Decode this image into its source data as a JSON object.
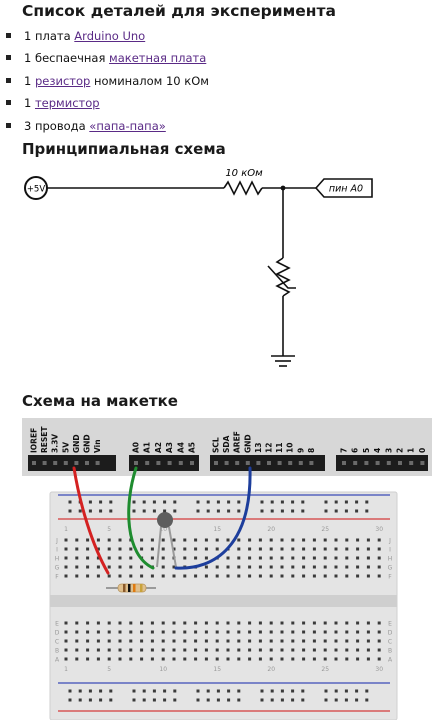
{
  "sections": {
    "parts_title": "Список деталей для эксперимента",
    "schematic_title": "Принципиальная схема",
    "breadboard_title": "Схема на макетке"
  },
  "parts": [
    {
      "prefix": "1 плата ",
      "link": "Arduino Uno",
      "suffix": ""
    },
    {
      "prefix": "1 беспаечная ",
      "link": "макетная плата",
      "suffix": ""
    },
    {
      "prefix": "1 ",
      "link": "резистор",
      "suffix": " номиналом 10 кОм"
    },
    {
      "prefix": "1 ",
      "link": "термистор",
      "suffix": ""
    },
    {
      "prefix": "3 провода ",
      "link": "«папа-папа»",
      "suffix": ""
    }
  ],
  "schematic": {
    "source_label": "+5V",
    "resistor_label": "10 кОм",
    "pin_label": "пин A0"
  },
  "arduino_headers": {
    "power": [
      "IOREF",
      "RESET",
      "3.3V",
      "5V",
      "GND",
      "GND",
      "Vin"
    ],
    "analog": [
      "A0",
      "A1",
      "A2",
      "A3",
      "A4",
      "A5"
    ],
    "digital_high": [
      "SCL",
      "SDA",
      "AREF",
      "GND",
      "13",
      "12",
      "11",
      "10",
      "9",
      "8"
    ],
    "digital_low": [
      "7",
      "6",
      "5",
      "4",
      "3",
      "2",
      "1",
      "0"
    ]
  },
  "breadboard": {
    "column_numbers": [
      "1",
      "5",
      "10",
      "15",
      "20",
      "25",
      "30"
    ],
    "row_letters_top": [
      "J",
      "I",
      "H",
      "G",
      "F"
    ],
    "row_letters_bottom": [
      "E",
      "D",
      "C",
      "B",
      "A"
    ]
  },
  "colors": {
    "link": "#5a2a86",
    "wire_red": "#d42121",
    "wire_green": "#1e8c2f",
    "wire_blue": "#1d3e9c",
    "rail_red": "#d33b3b",
    "rail_blue": "#3b4bb8"
  }
}
